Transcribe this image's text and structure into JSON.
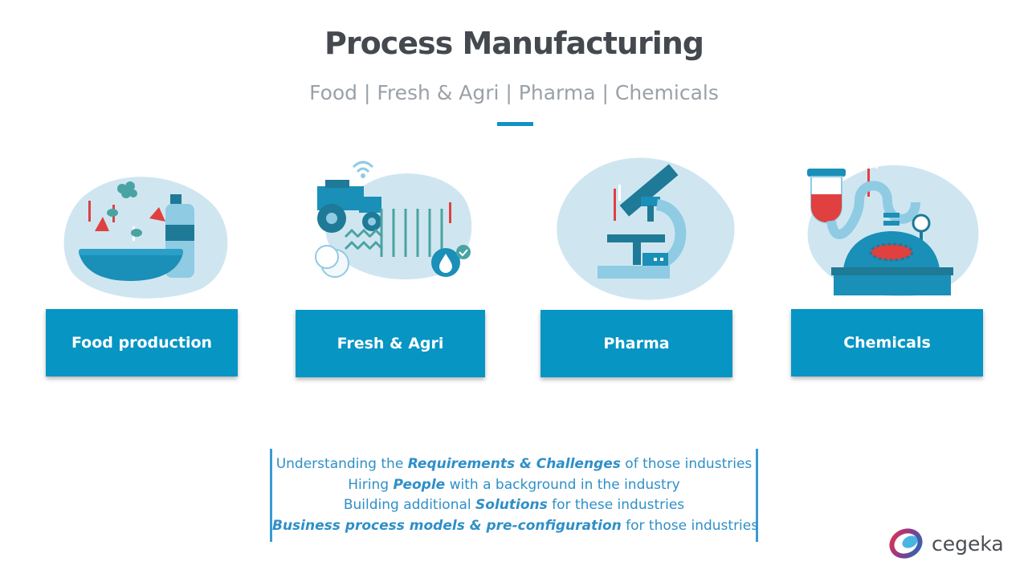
{
  "header": {
    "title": "Process Manufacturing",
    "subtitle": "Food | Fresh & Agri | Pharma | Chemicals"
  },
  "cards": [
    {
      "label": "Food production",
      "icon": "food-bowl-icon"
    },
    {
      "label": "Fresh & Agri",
      "icon": "tractor-icon"
    },
    {
      "label": "Pharma",
      "icon": "microscope-icon"
    },
    {
      "label": "Chemicals",
      "icon": "reactor-icon"
    }
  ],
  "info": {
    "line1": {
      "pre": "Understanding the ",
      "em": "Requirements & Challenges",
      "post": " of those industries"
    },
    "line2": {
      "pre": "Hiring ",
      "em": "People",
      "post": " with a background in the industry"
    },
    "line3": {
      "pre": "Building additional ",
      "em": "Solutions",
      "post": " for these industries"
    },
    "line4": {
      "pre": "",
      "em": "Business process models & pre-configuration",
      "post": " for those industries"
    }
  },
  "logo": {
    "text": "cegeka",
    "icon": "cegeka-logo-icon"
  },
  "colors": {
    "accent": "#0795c4",
    "title": "#44494f",
    "subtitle": "#9aa1a8",
    "info_text": "#2e8fc8"
  }
}
